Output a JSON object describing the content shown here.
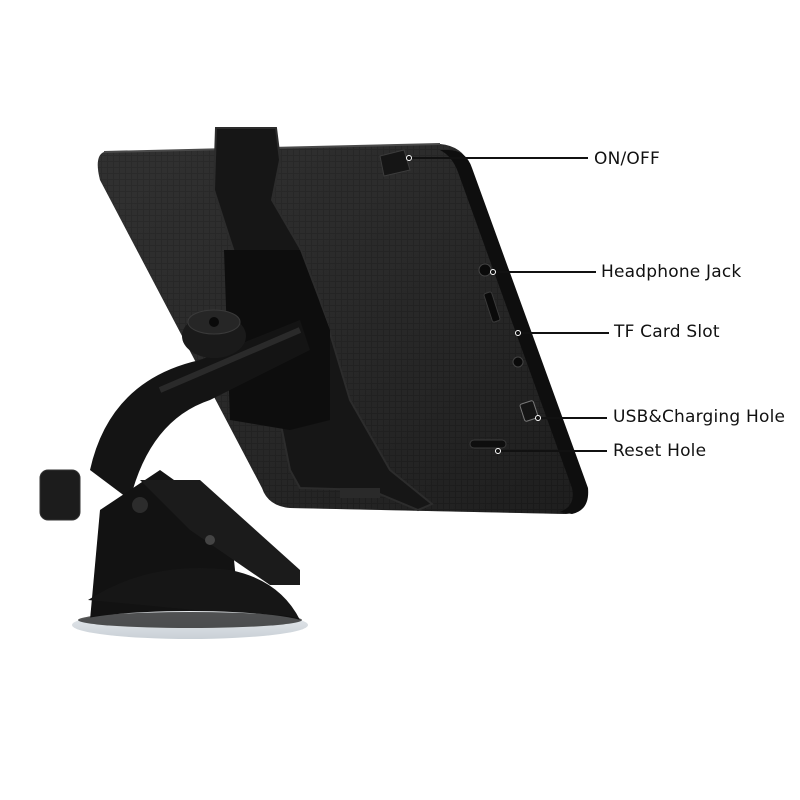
{
  "image": {
    "subject": "GPS navigator with suction cup windshield mount, rear view",
    "background_color": "#ffffff",
    "device_color": "#1e1e1e",
    "mount_color": "#111111"
  },
  "callouts": [
    {
      "id": "on-off",
      "label": "ON/OFF"
    },
    {
      "id": "headphone-jack",
      "label": "Headphone Jack"
    },
    {
      "id": "tf-card-slot",
      "label": "TF Card Slot"
    },
    {
      "id": "usb-charging-hole",
      "label": "USB&Charging Hole"
    },
    {
      "id": "reset-hole",
      "label": "Reset Hole"
    }
  ]
}
